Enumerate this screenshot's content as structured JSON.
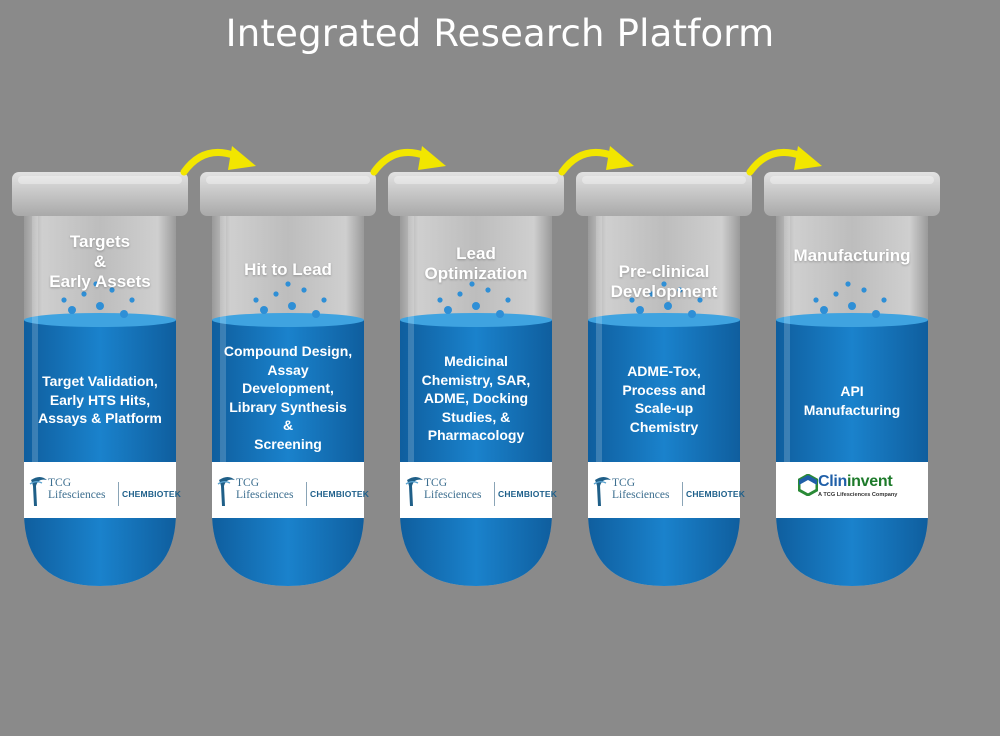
{
  "title": "Integrated Research Platform",
  "colors": {
    "background": "#8a8a8a",
    "liquid": "#1a82cc",
    "liquid_dark": "#0f5e9e",
    "arrow": "#f2e600",
    "glass": "#c9c9c9"
  },
  "stages": [
    {
      "title": "Targets\n&\nEarly Assets",
      "description": "Target Validation,\nEarly HTS Hits,\nAssays & Platform",
      "logo": "tcg-chembiotek",
      "logo_text": {
        "tcg": "TCG",
        "lifesciences": "Lifesciences",
        "chembiotek": "CHEMBIOTEK"
      }
    },
    {
      "title": "Hit to Lead",
      "description": "Compound Design,\nAssay\nDevelopment,\nLibrary Synthesis\n&\nScreening",
      "logo": "tcg-chembiotek",
      "logo_text": {
        "tcg": "TCG",
        "lifesciences": "Lifesciences",
        "chembiotek": "CHEMBIOTEK"
      }
    },
    {
      "title": "Lead\nOptimization",
      "description": "Medicinal\nChemistry, SAR,\nADME, Docking\nStudies, &\nPharmacology",
      "logo": "tcg-chembiotek",
      "logo_text": {
        "tcg": "TCG",
        "lifesciences": "Lifesciences",
        "chembiotek": "CHEMBIOTEK"
      }
    },
    {
      "title": "Pre-clinical\nDevelopment",
      "description": "ADME-Tox,\nProcess and\nScale-up\nChemistry",
      "logo": "tcg-chembiotek",
      "logo_text": {
        "tcg": "TCG",
        "lifesciences": "Lifesciences",
        "chembiotek": "CHEMBIOTEK"
      }
    },
    {
      "title": "Manufacturing",
      "description": "API\nManufacturing",
      "logo": "clininvent",
      "logo_text": {
        "brand_a": "Clin",
        "brand_b": "invent",
        "tagline": "A TCG Lifesciences Company"
      }
    }
  ]
}
